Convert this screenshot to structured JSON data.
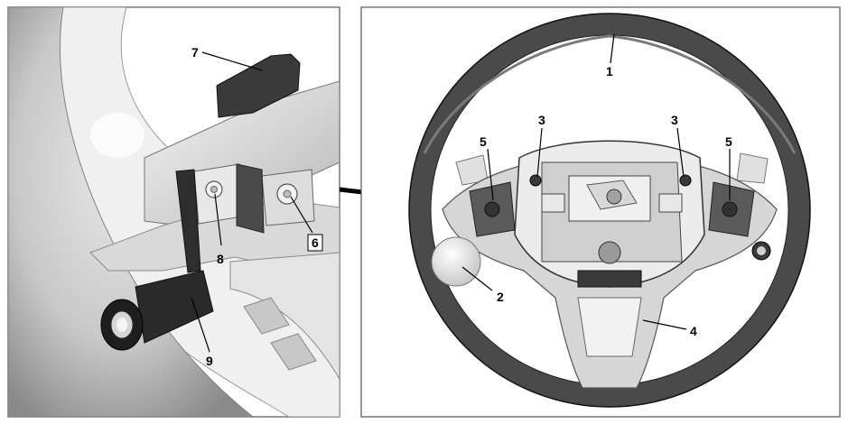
{
  "figure": {
    "callouts": {
      "left": [
        {
          "id": "callout-7",
          "label": "7"
        },
        {
          "id": "callout-8",
          "label": "8"
        },
        {
          "id": "callout-6",
          "label": "6"
        },
        {
          "id": "callout-9",
          "label": "9"
        }
      ],
      "right": [
        {
          "id": "callout-1",
          "label": "1"
        },
        {
          "id": "callout-3a",
          "label": "3"
        },
        {
          "id": "callout-3b",
          "label": "3"
        },
        {
          "id": "callout-5a",
          "label": "5"
        },
        {
          "id": "callout-5b",
          "label": "5"
        },
        {
          "id": "callout-2",
          "label": "2"
        },
        {
          "id": "callout-4",
          "label": "4"
        }
      ]
    }
  }
}
